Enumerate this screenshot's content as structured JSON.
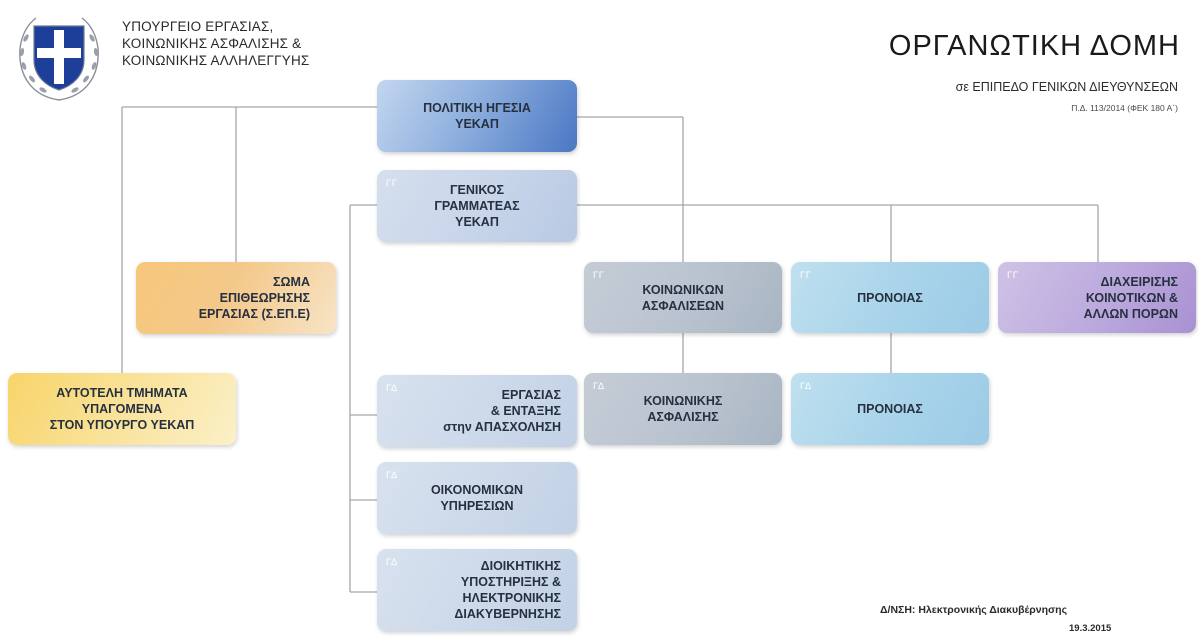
{
  "header": {
    "ministry_lines": [
      "ΥΠΟΥΡΓΕΙΟ ΕΡΓΑΣΙΑΣ,",
      "ΚΟΙΝΩΝΙΚΗΣ ΑΣΦΑΛΙΣΗΣ &",
      "ΚΟΙΝΩΝΙΚΗΣ ΑΛΛΗΛΕΓΓΥΗΣ"
    ],
    "title": "ΟΡΓΑΝΩΤΙΚΗ ΔΟΜΗ",
    "subtitle": "σε ΕΠΙΠΕΔΟ ΓΕΝΙΚΩΝ ΔΙΕΥΘΥΝΣΕΩΝ",
    "decree": "Π.Δ. 113/2014 (ΦΕΚ 180 Α΄)"
  },
  "boxes": {
    "leadership": {
      "label": "ΠΟΛΙΤΙΚΗ ΗΓΕΣΙΑ\nΥΕΚΑΠ",
      "color": "#5b86cc"
    },
    "general_secretary": {
      "tag": "ΓΓ",
      "label": "ΓΕΝΙΚΟΣ\nΓΡΑΜΜΑΤΕΑΣ\nΥΕΚΑΠ",
      "color": "#c9d6ea"
    },
    "sepe": {
      "label": "ΣΩΜΑ\nΕΠΙΘΕΩΡΗΣΗΣ\nΕΡΓΑΣΙΑΣ (Σ.ΕΠ.Ε)",
      "color": "#f4c88a"
    },
    "autonomous": {
      "label": "ΑΥΤΟΤΕΛΗ ΤΜΗΜΑΤΑ\nΥΠΑΓΟΜΕΝΑ\nΣΤΟΝ ΥΠΟΥΡΓΟ ΥΕΚΑΠ",
      "color": "#f9e29a"
    },
    "gg_social": {
      "tag": "ΓΓ",
      "label": "ΚΟΙΝΩΝΙΚΩΝ\nΑΣΦΑΛΙΣΕΩΝ",
      "color": "#b9c3cf"
    },
    "gg_pronoia": {
      "tag": "ΓΓ",
      "label": "ΠΡΟΝΟΙΑΣ",
      "color": "#a8d3ea"
    },
    "gg_eu": {
      "tag": "ΓΓ",
      "label": "ΔΙΑΧΕΙΡΙΣΗΣ\nΚΟΙΝΟΤΙΚΩΝ &\nΑΛΛΩΝ ΠΟΡΩΝ",
      "color": "#bba9dd"
    },
    "gd_social": {
      "tag": "ΓΔ",
      "label": "ΚΟΙΝΩΝΙΚΗΣ\nΑΣΦΑΛΙΣΗΣ",
      "color": "#b9c3cf"
    },
    "gd_pronoia": {
      "tag": "ΓΔ",
      "label": "ΠΡΟΝΟΙΑΣ",
      "color": "#a8d3ea"
    },
    "gd_labour": {
      "tag": "ΓΔ",
      "label": "ΕΡΓΑΣΙΑΣ\n& ΕΝΤΑΞΗΣ\nστην ΑΠΑΣΧΟΛΗΣΗ",
      "color": "#ccd9ea"
    },
    "gd_finance": {
      "tag": "ΓΔ",
      "label": "ΟΙΚΟΝΟΜΙΚΩΝ\nΥΠΗΡΕΣΙΩΝ",
      "color": "#ccd9ea"
    },
    "gd_admin": {
      "tag": "ΓΔ",
      "label": "ΔΙΟΙΚΗΤΙΚΗΣ\nΥΠΟΣΤΗΡΙΞΗΣ &\nΗΛΕΚΤΡΟΝΙΚΗΣ\nΔΙΑΚΥΒΕΡΝΗΣΗΣ",
      "color": "#ccd9ea"
    }
  },
  "footer": {
    "department": "Δ/ΝΣΗ: Ηλεκτρονικής Διακυβέρνησης",
    "date": "19.3.2015"
  },
  "emblem_icon": "greek-coat-of-arms-icon"
}
